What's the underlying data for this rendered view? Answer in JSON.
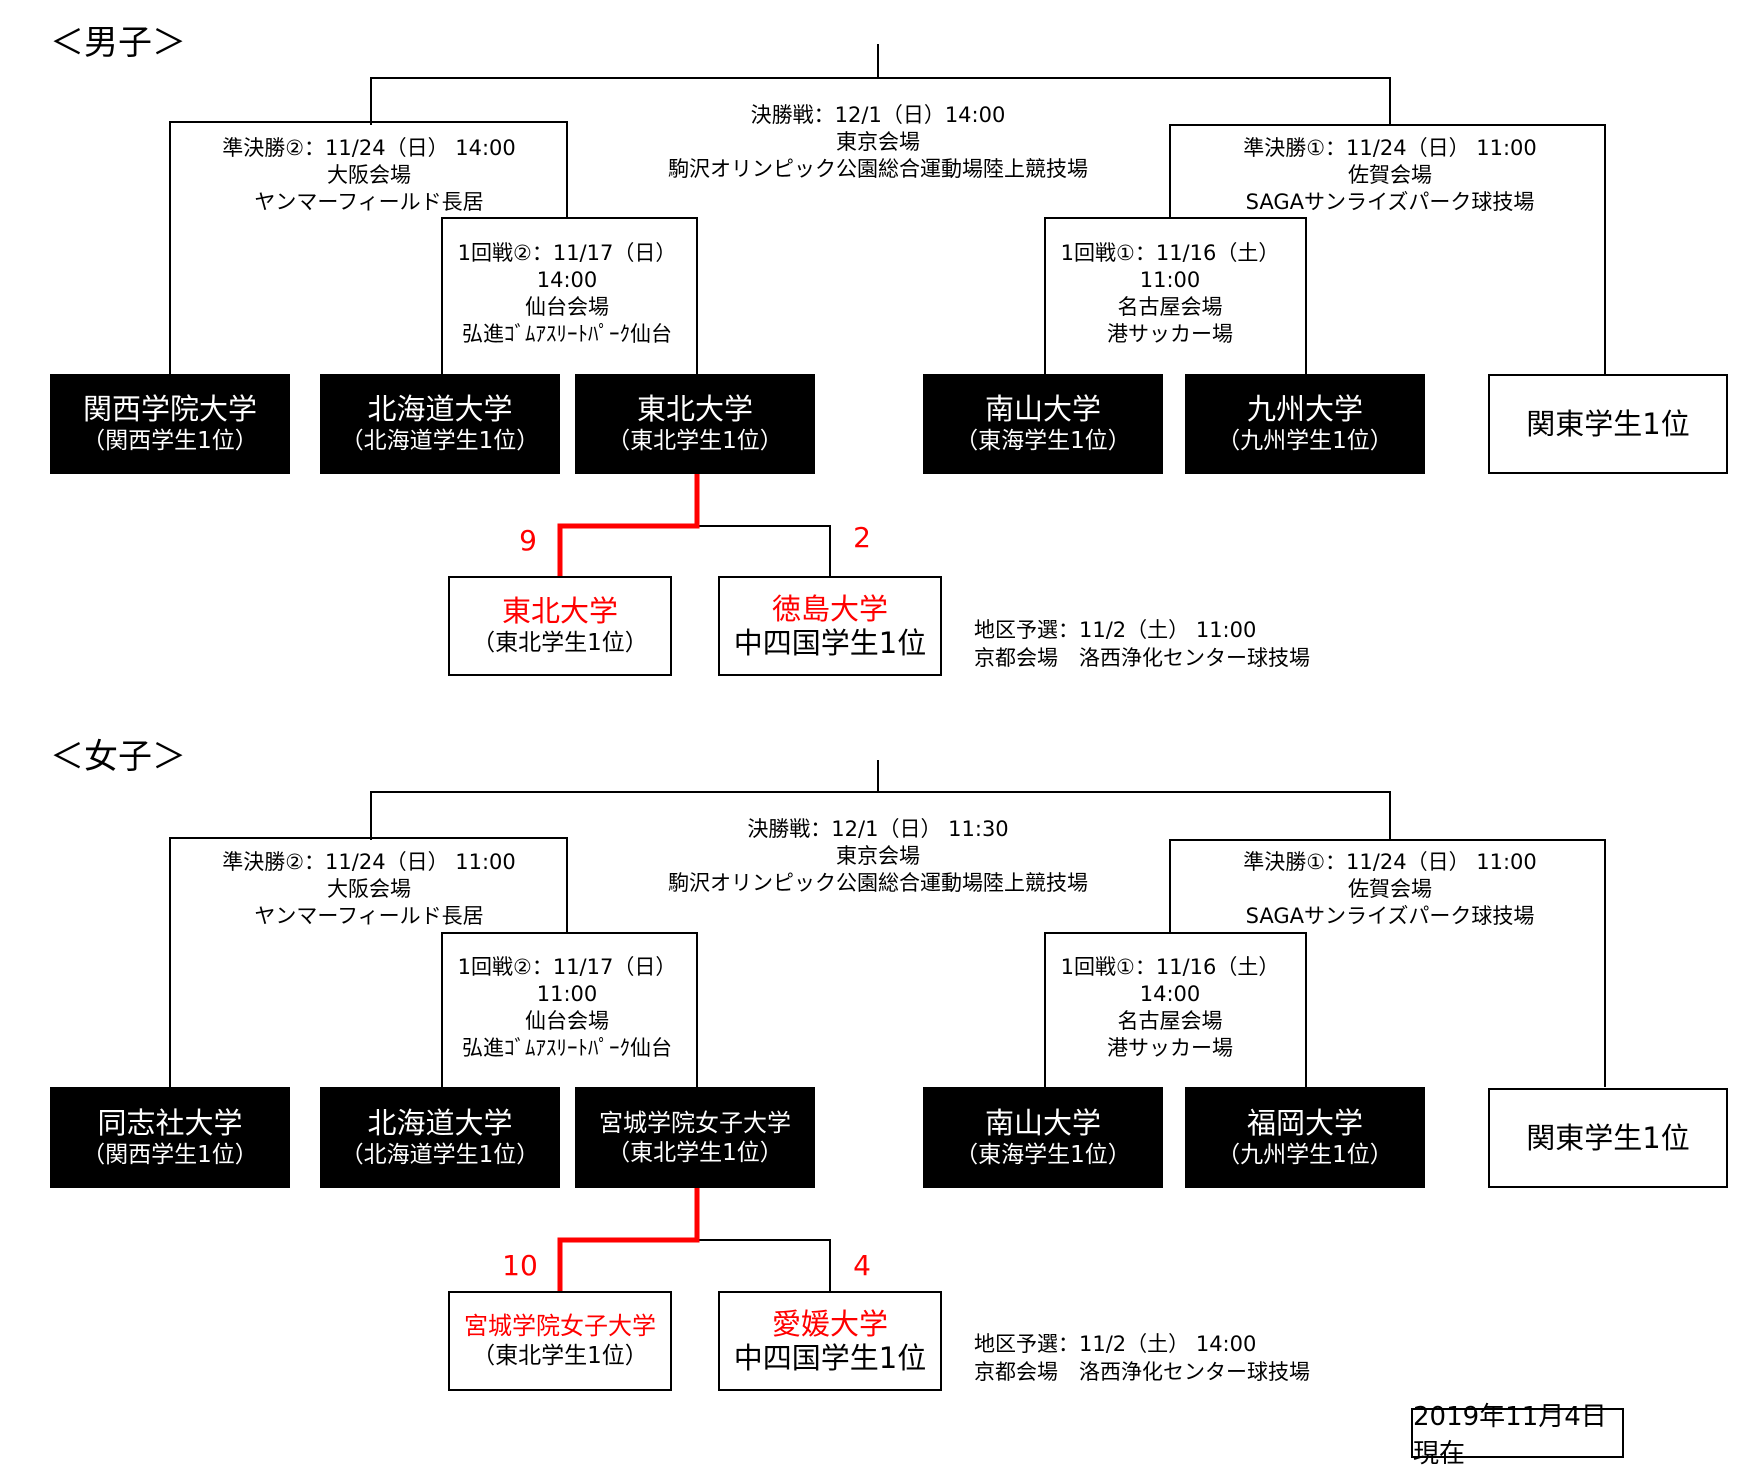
{
  "colors": {
    "winner_line": "#ff0000",
    "winner_text": "#ff0000",
    "team_box_dark": "#000000",
    "line": "#000000"
  },
  "men": {
    "section_title": "＜男子＞",
    "final": [
      "決勝戦：12/1（日）14:00",
      "東京会場",
      "駒沢オリンピック公園総合運動場陸上競技場"
    ],
    "sf2": [
      "準決勝②：11/24（日） 14:00",
      "大阪会場",
      "ヤンマーフィールド長居"
    ],
    "sf1": [
      "準決勝①：11/24（日） 11:00",
      "佐賀会場",
      "SAGAサンライズパーク球技場"
    ],
    "r1_2": [
      "1回戦②：11/17（日）",
      "14:00",
      "仙台会場",
      "弘進ｺﾞﾑｱｽﾘｰﾄﾊﾟｰｸ仙台"
    ],
    "r1_1": [
      "1回戦①：11/16（土）",
      "11:00",
      "名古屋会場",
      "港サッカー場"
    ],
    "teams": [
      {
        "name": "関西学院大学",
        "sub": "（関西学生1位）"
      },
      {
        "name": "北海道大学",
        "sub": "（北海道学生1位）"
      },
      {
        "name": "東北大学",
        "sub": "（東北学生1位）"
      },
      {
        "name": "南山大学",
        "sub": "（東海学生1位）"
      },
      {
        "name": "九州大学",
        "sub": "（九州学生1位）"
      },
      {
        "name": "関東学生1位",
        "sub": ""
      }
    ],
    "qualifier": {
      "winner_score": "9",
      "loser_score": "2",
      "winner": {
        "name": "東北大学",
        "sub": "（東北学生1位）"
      },
      "loser": {
        "name": "徳島大学",
        "sub": "中四国学生1位"
      },
      "info": [
        "地区予選：11/2（土） 11:00",
        "京都会場　洛西浄化センター球技場"
      ]
    }
  },
  "women": {
    "section_title": "＜女子＞",
    "final": [
      "決勝戦：12/1（日） 11:30",
      "東京会場",
      "駒沢オリンピック公園総合運動場陸上競技場"
    ],
    "sf2": [
      "準決勝②：11/24（日） 11:00",
      "大阪会場",
      "ヤンマーフィールド長居"
    ],
    "sf1": [
      "準決勝①：11/24（日） 11:00",
      "佐賀会場",
      "SAGAサンライズパーク球技場"
    ],
    "r1_2": [
      "1回戦②：11/17（日）",
      "11:00",
      "仙台会場",
      "弘進ｺﾞﾑｱｽﾘｰﾄﾊﾟｰｸ仙台"
    ],
    "r1_1": [
      "1回戦①：11/16（土）",
      "14:00",
      "名古屋会場",
      "港サッカー場"
    ],
    "teams": [
      {
        "name": "同志社大学",
        "sub": "（関西学生1位）"
      },
      {
        "name": "北海道大学",
        "sub": "（北海道学生1位）"
      },
      {
        "name": "宮城学院女子大学",
        "sub": "（東北学生1位）"
      },
      {
        "name": "南山大学",
        "sub": "（東海学生1位）"
      },
      {
        "name": "福岡大学",
        "sub": "（九州学生1位）"
      },
      {
        "name": "関東学生1位",
        "sub": ""
      }
    ],
    "qualifier": {
      "winner_score": "10",
      "loser_score": "4",
      "winner": {
        "name": "宮城学院女子大学",
        "sub": "（東北学生1位）"
      },
      "loser": {
        "name": "愛媛大学",
        "sub": "中四国学生1位"
      },
      "info": [
        "地区予選：11/2（土） 14:00",
        "京都会場　洛西浄化センター球技場"
      ]
    }
  },
  "as_of": "2019年11月4日現在"
}
